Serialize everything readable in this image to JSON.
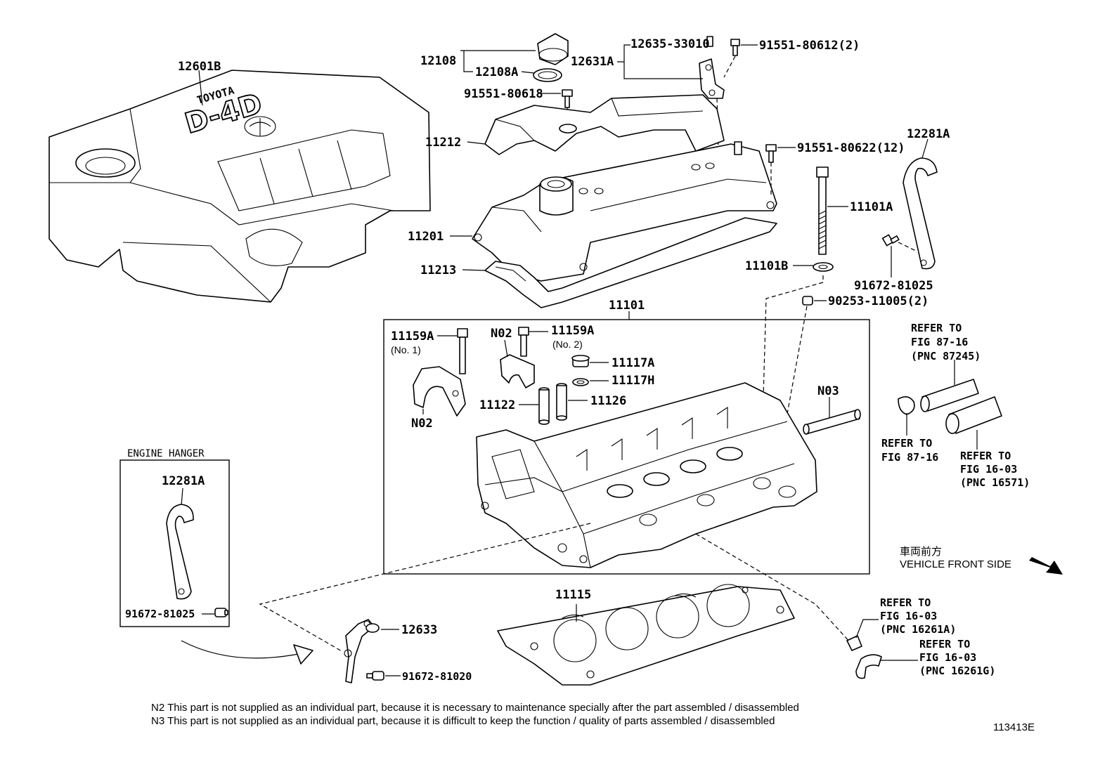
{
  "parts": {
    "p12601B": "12601B",
    "p12108": "12108",
    "p12108A": "12108A",
    "p12631A": "12631A",
    "p12635": "12635-33010",
    "p91551_80612": "91551-80612(2)",
    "p91551_80618": "91551-80618",
    "p11212": "11212",
    "p91551_80622": "91551-80622(12)",
    "p12281A_top": "12281A",
    "p11101A": "11101A",
    "p11201": "11201",
    "p11213": "11213",
    "p11101B": "11101B",
    "p91672_81025_top": "91672-81025",
    "p90253": "90253-11005(2)",
    "p11101": "11101",
    "p11159A_1": "11159A",
    "p11159A_1_sub": "(No. 1)",
    "p11159A_2": "11159A",
    "p11159A_2_sub": "(No. 2)",
    "pN02_a": "N02",
    "pN02_b": "N02",
    "p11117A": "11117A",
    "p11117H": "11117H",
    "p11122": "11122",
    "p11126": "11126",
    "pN03": "N03",
    "p11115": "11115",
    "p12633": "12633",
    "p91672_81020": "91672-81020",
    "hanger_12281A": "12281A",
    "hanger_91672": "91672-81025"
  },
  "hanger_title": "ENGINE HANGER",
  "refs": {
    "r87245": [
      "REFER TO",
      "FIG 87-16",
      "(PNC 87245)"
    ],
    "r8716": [
      "REFER TO",
      "FIG 87-16"
    ],
    "r16571": [
      "REFER TO",
      "FIG 16-03",
      "(PNC 16571)"
    ],
    "r16261A": [
      "REFER TO",
      "FIG 16-03",
      "(PNC 16261A)"
    ],
    "r16261G": [
      "REFER TO",
      "FIG 16-03",
      "(PNC 16261G)"
    ]
  },
  "front_side": {
    "jp": "車両前方",
    "en": "VEHICLE FRONT SIDE"
  },
  "cover_text": {
    "brand": "TOYOTA",
    "model": "D-4D"
  },
  "notes": [
    "N2  This part is not supplied as an individual part, because it is necessary to maintenance specially after the part assembled / disassembled",
    "N3  This part is not supplied as an individual part, because it is difficult to keep the function / quality of parts  assembled / disassembled"
  ],
  "figure_id": "113413E"
}
